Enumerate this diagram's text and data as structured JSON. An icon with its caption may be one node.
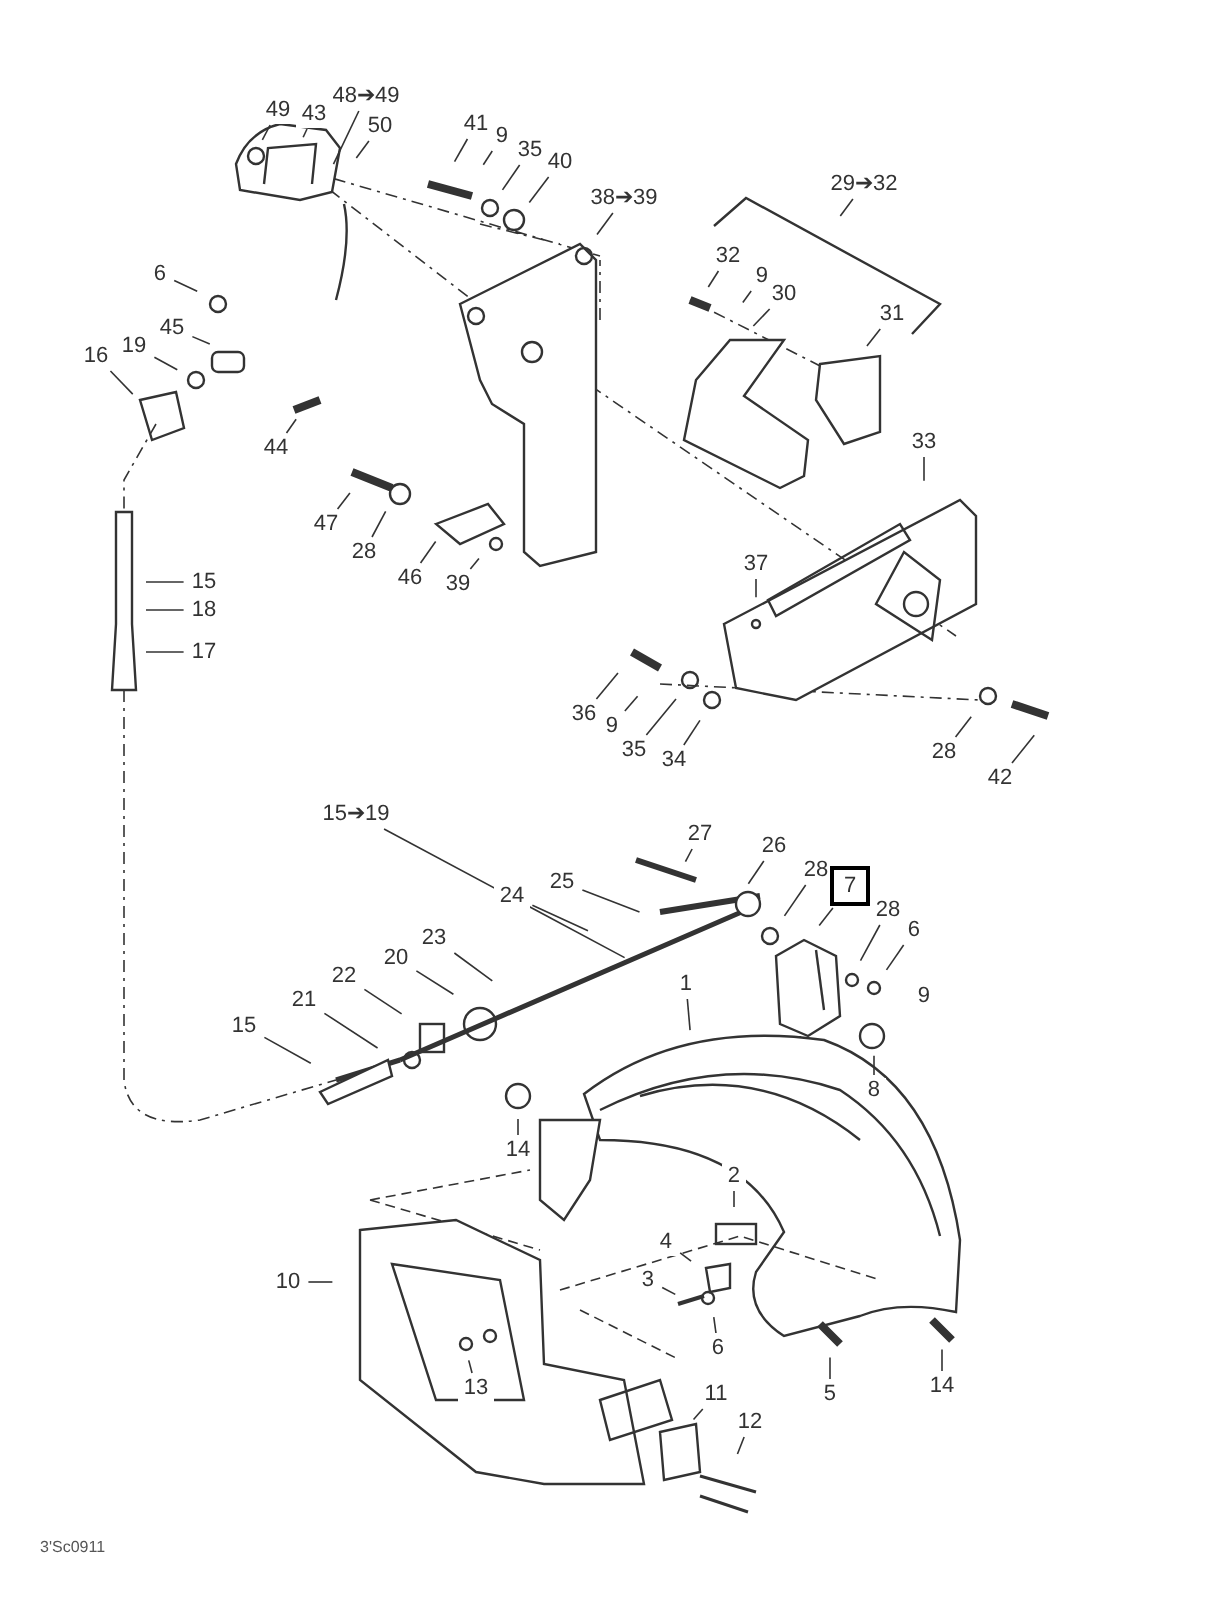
{
  "diagram": {
    "nodes": [
      {
        "text": [
          "49"
        ]
      },
      {
        "text": [
          "43"
        ]
      },
      {
        "text": [
          "48➔49"
        ]
      },
      {
        "text": [
          "50"
        ]
      },
      {
        "text": [
          "41"
        ]
      },
      {
        "text": [
          "9"
        ]
      },
      {
        "text": [
          "35"
        ]
      },
      {
        "text": [
          "40"
        ]
      },
      {
        "text": [
          "38➔39"
        ]
      },
      {
        "text": [
          "29➔32"
        ]
      },
      {
        "text": [
          "32"
        ]
      },
      {
        "text": [
          "9"
        ]
      },
      {
        "text": [
          "30"
        ]
      },
      {
        "text": [
          "31"
        ]
      },
      {
        "text": [
          "6"
        ]
      },
      {
        "text": [
          "45"
        ]
      },
      {
        "text": [
          "19"
        ]
      },
      {
        "text": [
          "16"
        ]
      },
      {
        "text": [
          "44"
        ]
      },
      {
        "text": [
          "33"
        ]
      },
      {
        "text": [
          "47"
        ]
      },
      {
        "text": [
          "28"
        ]
      },
      {
        "text": [
          "46"
        ]
      },
      {
        "text": [
          "39"
        ]
      },
      {
        "text": [
          "15"
        ]
      },
      {
        "text": [
          "18"
        ]
      },
      {
        "text": [
          "17"
        ]
      },
      {
        "text": [
          "37"
        ]
      },
      {
        "text": [
          "36"
        ]
      },
      {
        "text": [
          "9"
        ]
      },
      {
        "text": [
          "35"
        ]
      },
      {
        "text": [
          "34"
        ]
      },
      {
        "text": [
          "28"
        ]
      },
      {
        "text": [
          "42"
        ]
      },
      {
        "text": [
          "15➔19"
        ]
      },
      {
        "text": [
          "27"
        ]
      },
      {
        "text": [
          "26"
        ]
      },
      {
        "text": [
          "28"
        ]
      },
      {
        "text": [
          "7"
        ]
      },
      {
        "text": [
          "25"
        ]
      },
      {
        "text": [
          "24"
        ]
      },
      {
        "text": [
          "28"
        ]
      },
      {
        "text": [
          "6"
        ]
      },
      {
        "text": [
          "9"
        ]
      },
      {
        "text": [
          "23"
        ]
      },
      {
        "text": [
          "20"
        ]
      },
      {
        "text": [
          "22"
        ]
      },
      {
        "text": [
          "21"
        ]
      },
      {
        "text": [
          "15"
        ]
      },
      {
        "text": [
          "8"
        ]
      },
      {
        "text": [
          "1"
        ]
      },
      {
        "text": [
          "14"
        ]
      },
      {
        "text": [
          "2"
        ]
      },
      {
        "text": [
          "4"
        ]
      },
      {
        "text": [
          "3"
        ]
      },
      {
        "text": [
          "10"
        ]
      },
      {
        "text": [
          "6"
        ]
      },
      {
        "text": [
          "5"
        ]
      },
      {
        "text": [
          "14"
        ]
      },
      {
        "text": [
          "13"
        ]
      },
      {
        "text": [
          "11"
        ]
      },
      {
        "text": [
          "12"
        ]
      }
    ],
    "edges": [
      {
        "from": 0,
        "to": null,
        "arrow": "none"
      },
      {
        "from": 1,
        "to": null,
        "arrow": "none"
      },
      {
        "from": 2,
        "to": null,
        "arrow": "none"
      },
      {
        "from": 3,
        "to": null,
        "arrow": "none"
      },
      {
        "from": 4,
        "to": null,
        "arrow": "none"
      },
      {
        "from": 5,
        "to": null,
        "arrow": "none"
      },
      {
        "from": 6,
        "to": null,
        "arrow": "none"
      },
      {
        "from": 7,
        "to": null,
        "arrow": "none"
      },
      {
        "from": 8,
        "to": null,
        "arrow": "none"
      },
      {
        "from": 9,
        "to": null,
        "arrow": "none"
      },
      {
        "from": 10,
        "to": null,
        "arrow": "none"
      },
      {
        "from": 11,
        "to": null,
        "arrow": "none"
      },
      {
        "from": 12,
        "to": null,
        "arrow": "none"
      },
      {
        "from": 13,
        "to": null,
        "arrow": "none"
      },
      {
        "from": 14,
        "to": null,
        "arrow": "none"
      },
      {
        "from": 15,
        "to": null,
        "arrow": "none"
      },
      {
        "from": 16,
        "to": null,
        "arrow": "none"
      },
      {
        "from": 17,
        "to": null,
        "arrow": "none"
      },
      {
        "from": 18,
        "to": null,
        "arrow": "none"
      },
      {
        "from": 19,
        "to": null,
        "arrow": "none"
      },
      {
        "from": 20,
        "to": null,
        "arrow": "none"
      },
      {
        "from": 21,
        "to": null,
        "arrow": "none"
      },
      {
        "from": 22,
        "to": null,
        "arrow": "none"
      },
      {
        "from": 23,
        "to": null,
        "arrow": "none"
      },
      {
        "from": 24,
        "to": null,
        "arrow": "none"
      },
      {
        "from": 25,
        "to": null,
        "arrow": "none"
      },
      {
        "from": 26,
        "to": null,
        "arrow": "none"
      },
      {
        "from": 27,
        "to": null,
        "arrow": "none"
      },
      {
        "from": 28,
        "to": null,
        "arrow": "none"
      },
      {
        "from": 29,
        "to": null,
        "arrow": "none"
      },
      {
        "from": 30,
        "to": null,
        "arrow": "none"
      },
      {
        "from": 31,
        "to": null,
        "arrow": "none"
      },
      {
        "from": 32,
        "to": null,
        "arrow": "none"
      },
      {
        "from": 33,
        "to": null,
        "arrow": "none"
      },
      {
        "from": 34,
        "to": null,
        "arrow": "none"
      },
      {
        "from": 35,
        "to": null,
        "arrow": "none"
      },
      {
        "from": 36,
        "to": null,
        "arrow": "none"
      },
      {
        "from": 37,
        "to": null,
        "arrow": "none"
      },
      {
        "from": 38,
        "to": null,
        "arrow": "none"
      },
      {
        "from": 39,
        "to": null,
        "arrow": "none"
      },
      {
        "from": 40,
        "to": null,
        "arrow": "none"
      },
      {
        "from": 41,
        "to": null,
        "arrow": "none"
      },
      {
        "from": 42,
        "to": null,
        "arrow": "none"
      },
      {
        "from": 44,
        "to": null,
        "arrow": "none"
      },
      {
        "from": 45,
        "to": null,
        "arrow": "none"
      },
      {
        "from": 46,
        "to": null,
        "arrow": "none"
      },
      {
        "from": 47,
        "to": null,
        "arrow": "none"
      },
      {
        "from": 48,
        "to": null,
        "arrow": "none"
      },
      {
        "from": 49,
        "to": null,
        "arrow": "none"
      },
      {
        "from": 50,
        "to": null,
        "arrow": "none"
      },
      {
        "from": 51,
        "to": null,
        "arrow": "none"
      },
      {
        "from": 52,
        "to": null,
        "arrow": "none"
      },
      {
        "from": 53,
        "to": null,
        "arrow": "none"
      },
      {
        "from": 54,
        "to": null,
        "arrow": "none"
      },
      {
        "from": 55,
        "to": null,
        "arrow": "none"
      },
      {
        "from": 56,
        "to": null,
        "arrow": "none"
      },
      {
        "from": 57,
        "to": null,
        "arrow": "none"
      },
      {
        "from": 58,
        "to": null,
        "arrow": "none"
      },
      {
        "from": 59,
        "to": null,
        "arrow": "none"
      },
      {
        "from": 60,
        "to": null,
        "arrow": "none"
      },
      {
        "from": 61,
        "to": null,
        "arrow": "none"
      }
    ],
    "labels": [
      "3'Sc0911"
    ]
  }
}
